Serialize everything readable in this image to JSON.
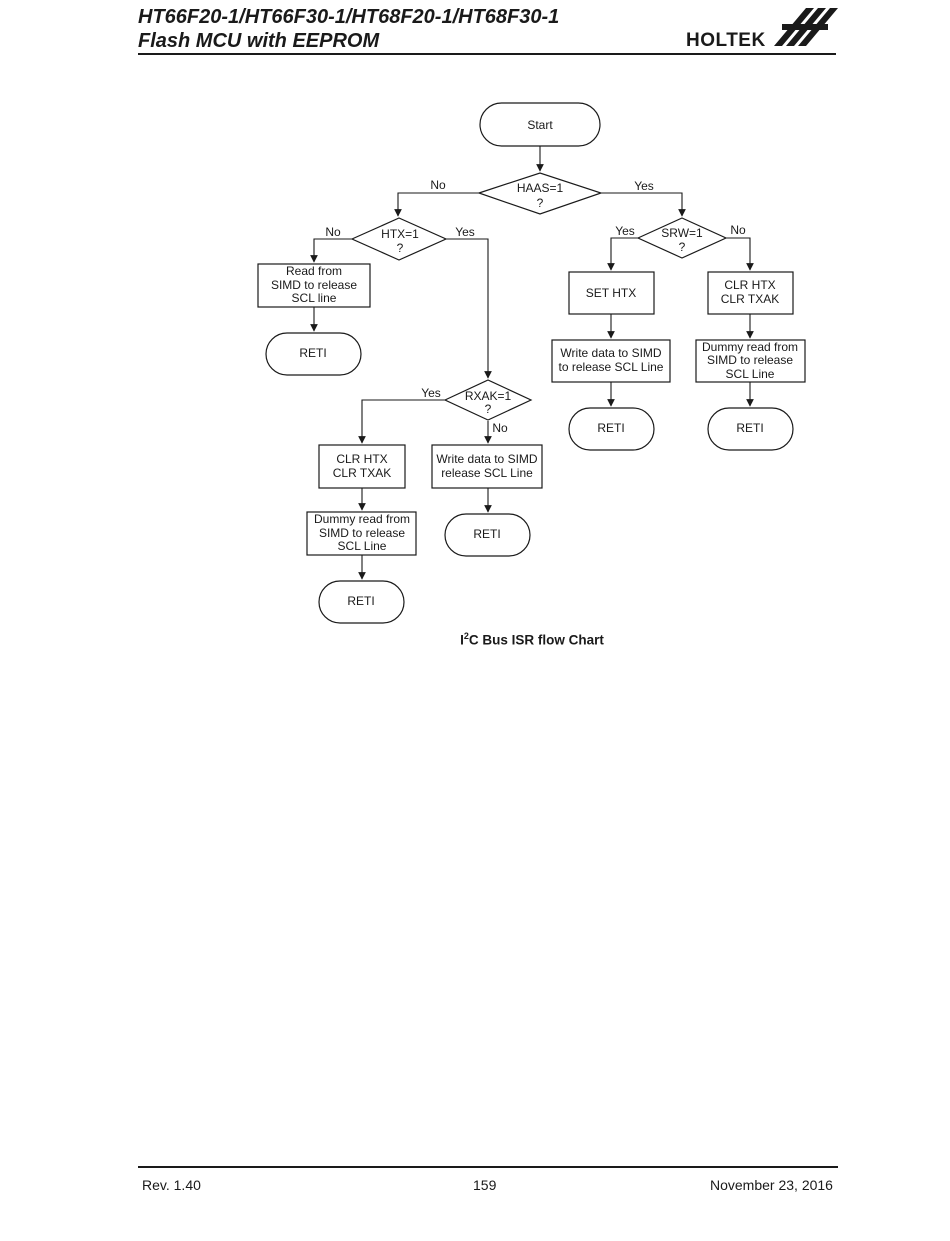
{
  "header": {
    "title_line1": "HT66F20-1/HT66F30-1/HT68F20-1/HT68F30-1",
    "title_line2": "Flash MCU with EEPROM",
    "logo_text": "HOLTEK"
  },
  "flowchart": {
    "start": "Start",
    "haas": [
      "HAAS=1",
      "?"
    ],
    "htx": [
      "HTX=1",
      "?"
    ],
    "srw": [
      "SRW=1",
      "?"
    ],
    "rxak": [
      "RXAK=1",
      "?"
    ],
    "read_simd": [
      "Read from",
      "SIMD to release",
      "SCL line"
    ],
    "set_htx": "SET HTX",
    "clr_htx_txak": [
      "CLR HTX",
      "CLR TXAK"
    ],
    "write_simd_scl": [
      "Write data to SIMD",
      "to release SCL Line"
    ],
    "dummy_read": [
      "Dummy read from",
      "SIMD to release",
      "SCL Line"
    ],
    "write_simd_release": [
      "Write data to SIMD",
      "release SCL Line"
    ],
    "reti": "RETI",
    "yes": "Yes",
    "no": "No"
  },
  "caption": {
    "prefix": "I",
    "sup": "2",
    "rest": "C Bus ISR flow Chart"
  },
  "footer": {
    "rev": "Rev. 1.40",
    "page": "159",
    "date": "November 23, 2016"
  }
}
